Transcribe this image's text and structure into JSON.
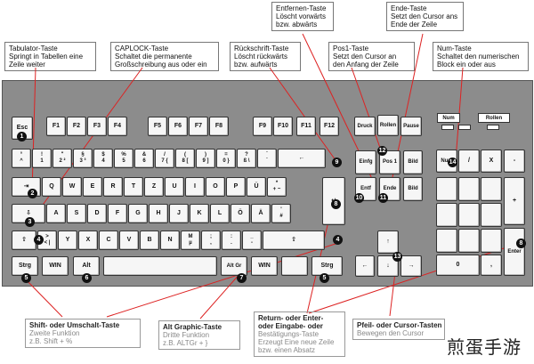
{
  "annotations": {
    "tab": {
      "title": "Tabulator-Taste",
      "l1": "Springt in Tabellen eine",
      "l2": "Zeile weiter"
    },
    "caps": {
      "title": "CAPLOCK-Taste",
      "l1": "Schaltet die permanente",
      "l2": "Großschreibung aus oder ein"
    },
    "backspace": {
      "title": "Rückschrift-Taste",
      "l1": "Löscht rückwärts",
      "l2": "bzw. aufwärts"
    },
    "entf": {
      "title": "Entfernen-Taste",
      "l1": "Löscht vorwärts",
      "l2": "bzw. abwärts"
    },
    "pos1": {
      "title": "Pos1-Taste",
      "l1": "Setzt den Cursor an",
      "l2": "den Anfang der Zeile"
    },
    "ende": {
      "title": "Ende-Taste",
      "l1": "Setzt den Cursor ans",
      "l2": "Ende der Zeile"
    },
    "num": {
      "title": "Num-Taste",
      "l1": "Schaltet den numerischen",
      "l2": "Block ein oder aus"
    },
    "shift": {
      "title": "Shift- oder Umschalt-Taste",
      "l1": "Zweite Funktion",
      "l2": "z.B. Shift + %"
    },
    "altgr": {
      "title": "Alt Graphic-Taste",
      "l1": "Dritte Funktion",
      "l2": "z.B. ALTGr + }"
    },
    "enter": {
      "title": "Return- oder Enter-",
      "l1": "oder Eingabe- oder",
      "l2": "Bestätigungs-Taste",
      "l3": "Erzeugt Eine neue Zeile",
      "l4": "bzw. einen Absatz"
    },
    "arrows": {
      "title": "Pfeil- oder Cursor-Tasten",
      "l1": "Bewegen den Cursor"
    }
  },
  "keys": {
    "esc": "Esc",
    "f": [
      "F1",
      "F2",
      "F3",
      "F4",
      "F5",
      "F6",
      "F7",
      "F8",
      "F9",
      "F10",
      "F11",
      "F12"
    ],
    "druck": "Druck",
    "rollen": "Rollen",
    "pause": "Pause",
    "num_led": "Num",
    "rollen_led": "Rollen",
    "num_row": [
      [
        "°",
        "^"
      ],
      [
        "!",
        "1"
      ],
      [
        "\"",
        "2 ²"
      ],
      [
        "§",
        "3 ³"
      ],
      [
        "$",
        "4"
      ],
      [
        "%",
        "5"
      ],
      [
        "&",
        "6"
      ],
      [
        "/",
        "7 {"
      ],
      [
        "(",
        "8 ["
      ],
      [
        ")",
        "9 ]"
      ],
      [
        "=",
        "0 }"
      ],
      [
        "?",
        "ß \\"
      ],
      [
        "`",
        "´"
      ]
    ],
    "q_row": [
      "Q",
      "W",
      "E",
      "R",
      "T",
      "Z",
      "U",
      "I",
      "O",
      "P",
      "Ü",
      [
        "*",
        "+ ~"
      ]
    ],
    "a_row": [
      "A",
      "S",
      "D",
      "F",
      "G",
      "H",
      "J",
      "K",
      "L",
      "Ö",
      "Ä",
      [
        "'",
        "#"
      ]
    ],
    "y_row": [
      [
        ">",
        "< |"
      ],
      "Y",
      "X",
      "C",
      "V",
      "B",
      "N",
      [
        "M",
        "µ"
      ],
      [
        ";",
        ","
      ],
      [
        ":",
        "."
      ],
      [
        "_",
        "-"
      ]
    ],
    "strg": "Strg",
    "win": "WIN",
    "alt": "Alt",
    "altgr": "Alt Gr",
    "einfg": "Einfg",
    "pos1": "Pos 1",
    "bild_up": "Bild",
    "entf": "Entf",
    "ende": "Ende",
    "bild_down": "Bild",
    "num": "Num",
    "div": "/",
    "mul": "X",
    "minus": "-",
    "plus": "+",
    "zero": "0",
    "comma": ",",
    "enter": "Enter"
  },
  "badges": [
    "1",
    "2",
    "3",
    "4",
    "4",
    "5",
    "5",
    "6",
    "7",
    "8",
    "9",
    "10",
    "11",
    "12",
    "13",
    "14"
  ],
  "watermark": "煎蛋手游"
}
